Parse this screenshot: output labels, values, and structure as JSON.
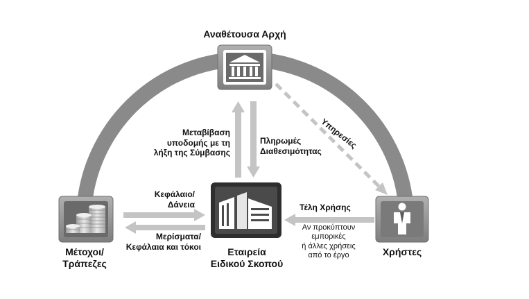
{
  "nodes": {
    "authority": {
      "label": "Αναθέτουσα Αρχή",
      "icon": "government-building-icon"
    },
    "spv": {
      "label_line1": "Εταιρεία",
      "label_line2": "Ειδικού Σκοπού",
      "icon": "office-buildings-icon"
    },
    "shareholders": {
      "label_line1": "Μέτοχοι/",
      "label_line2": "Τράπεζες",
      "icon": "coin-stacks-icon"
    },
    "users": {
      "label": "Χρήστες",
      "icon": "person-icon"
    }
  },
  "flows": {
    "transfer": {
      "line1": "Μεταβίβαση",
      "line2": "υποδομής με τη",
      "line3": "λήξη της Σύμβασης"
    },
    "payments": {
      "line1": "Πληρωμές",
      "line2": "Διαθεσιμότητας"
    },
    "services": "Υπηρεσίες",
    "capital": {
      "line1": "Κεφάλαιο/",
      "line2": "Δάνεια"
    },
    "dividends": {
      "line1": "Μερίσματα/",
      "line2": "Κεφάλαια και τόκοι"
    },
    "fees": "Τέλη Χρήσης",
    "revenue_note": {
      "line1": "Αν προκύπτουν",
      "line2": "εμπορικές",
      "line3": "ή άλλες χρήσεις",
      "line4": "από το έργο"
    }
  },
  "colors": {
    "arc": "#8a8a8a",
    "arrow": "#c4c4c4",
    "icon_frame": "#9a9a9a",
    "icon_fill": "#6a6a6a",
    "spv_fill": "#3e3e3e",
    "text": "#111111"
  }
}
